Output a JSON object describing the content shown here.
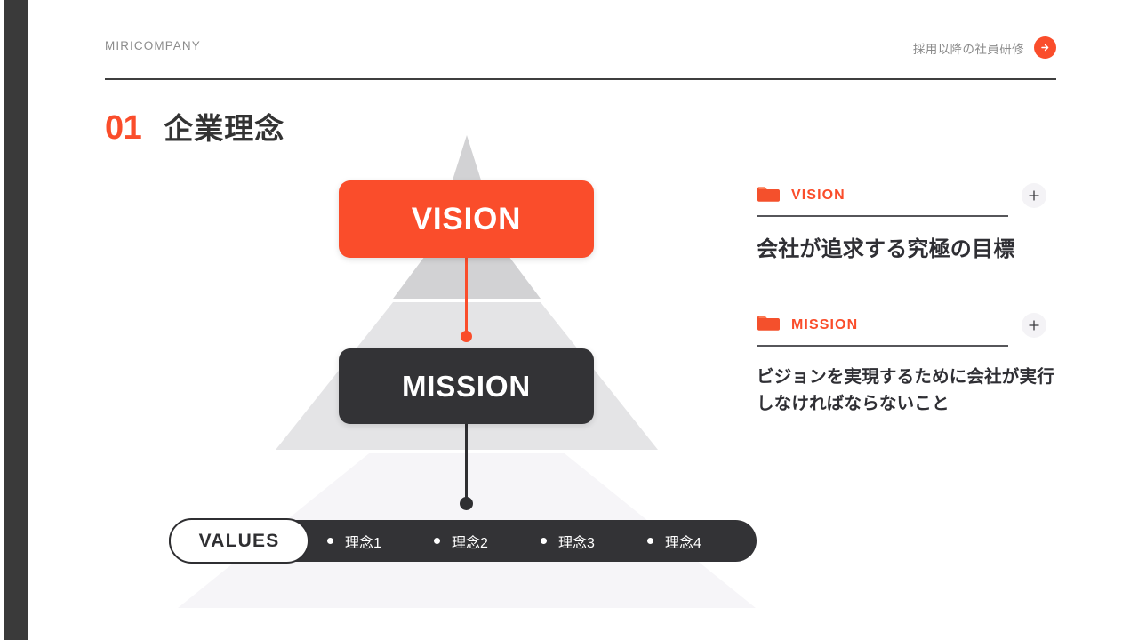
{
  "theme": {
    "accent": "#fa4d2b",
    "dark": "#333336",
    "muted": "#8c8c8c",
    "pyramid_top": "#d2d2d4",
    "pyramid_mid": "#e4e4e6",
    "pyramid_base": "#f6f5f8"
  },
  "header": {
    "brand": "MIRICOMPANY",
    "right_label": "採用以降の社員研修",
    "arrow_icon": "arrow-right-icon"
  },
  "title": {
    "number": "01",
    "text": "企業理念"
  },
  "pyramid": {
    "vision_card": "VISION",
    "mission_card": "MISSION",
    "values_pill": "VALUES",
    "values_items": [
      {
        "label": "理念1"
      },
      {
        "label": "理念2"
      },
      {
        "label": "理念3"
      },
      {
        "label": "理念4"
      }
    ]
  },
  "panel": {
    "blocks": [
      {
        "icon": "folder-icon",
        "label": "VISION",
        "plus": "+",
        "body": "会社が追求する究極の目標"
      },
      {
        "icon": "folder-icon",
        "label": "MISSION",
        "plus": "+",
        "body": "ビジョンを実現するために会社が実行しなければならないこと"
      }
    ]
  }
}
